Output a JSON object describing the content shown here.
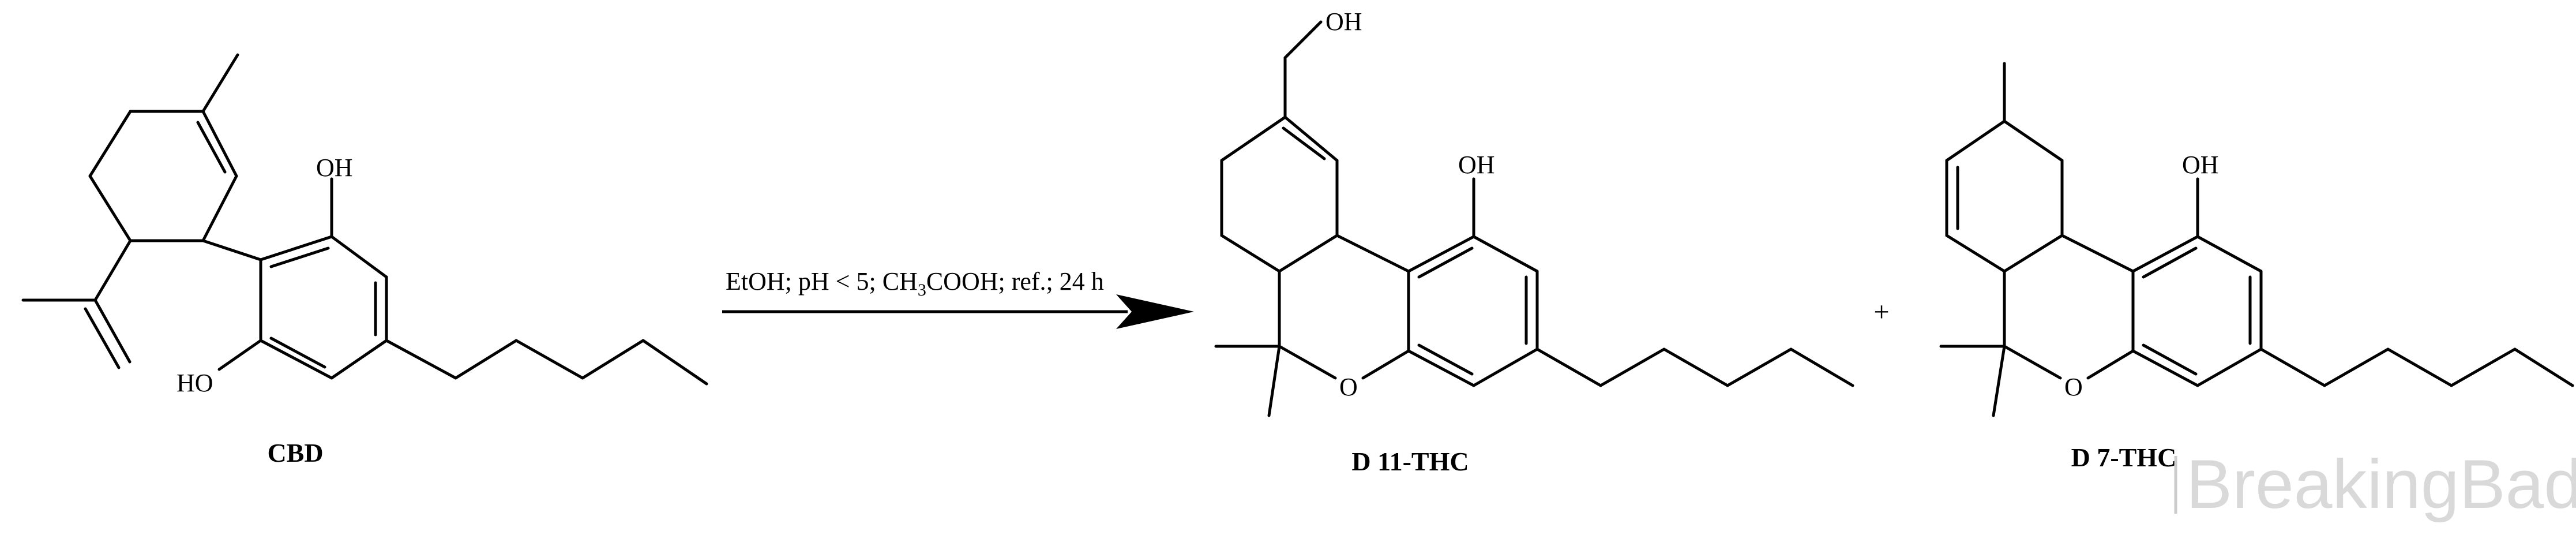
{
  "reaction": {
    "reactant": {
      "name": "CBD",
      "oh_top": "OH",
      "oh_bottom": "HO"
    },
    "conditions": {
      "pre": "EtOH; pH < 5; CH",
      "sub": "3",
      "post": "COOH; ref.; 24 h"
    },
    "product1": {
      "name": "D 11-THC",
      "oh_top": "OH",
      "oh_phenol": "OH",
      "ring_o": "O"
    },
    "plus": "+",
    "product2": {
      "name": "D 7-THC",
      "oh_phenol": "OH",
      "ring_o": "O"
    }
  },
  "watermark": {
    "text": "BreakingBad"
  }
}
